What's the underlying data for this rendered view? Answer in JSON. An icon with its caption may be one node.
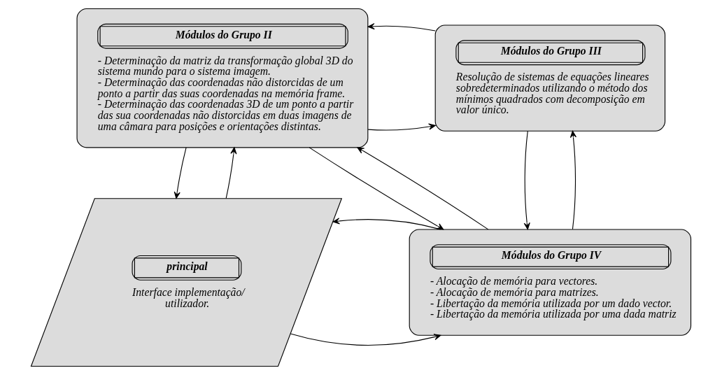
{
  "diagram": {
    "nodes": [
      {
        "text": [
          "Módulos do Grupo II",
          "- Determinação da matriz da transformação global 3D do sistema mundo para o sistema imagem.",
          "- Determinação das coordenadas não distorcidas de um ponto a partir das suas coordenadas na memória frame.",
          "- Determinação das coordenadas 3D de um ponto a partir das sua coordenadas não distorcidas em duas imagens de uma câmara para posições e orientações distintas."
        ]
      },
      {
        "text": [
          "Módulos do Grupo III",
          "Resolução de sistemas de equações lineares sobredeterminados utilizando o método dos mínimos quadrados com decomposição em valor único."
        ]
      },
      {
        "text": [
          "principal",
          "Interface implementação/utilizador."
        ]
      },
      {
        "text": [
          "Módulos do Grupo IV",
          "- Alocação de memória para vectores.",
          "- Alocação de memória para matrizes.",
          "- Libertação da memória utilizada por um dado vector.",
          "- Libertação da memória utilizada por uma dada matriz"
        ]
      }
    ],
    "edges": [
      {
        "from": 0,
        "to": 1,
        "arrow": "to"
      },
      {
        "from": 1,
        "to": 0,
        "arrow": "to"
      },
      {
        "from": 2,
        "to": 0,
        "arrow": "to"
      },
      {
        "from": 0,
        "to": 2,
        "arrow": "to"
      },
      {
        "from": 3,
        "to": 0,
        "arrow": "to"
      },
      {
        "from": 0,
        "to": 3,
        "arrow": "to"
      },
      {
        "from": 1,
        "to": 3,
        "arrow": "to"
      },
      {
        "from": 3,
        "to": 1,
        "arrow": "to"
      },
      {
        "from": 2,
        "to": 3,
        "arrow": "to"
      },
      {
        "from": 3,
        "to": 2,
        "arrow": "to"
      }
    ]
  }
}
